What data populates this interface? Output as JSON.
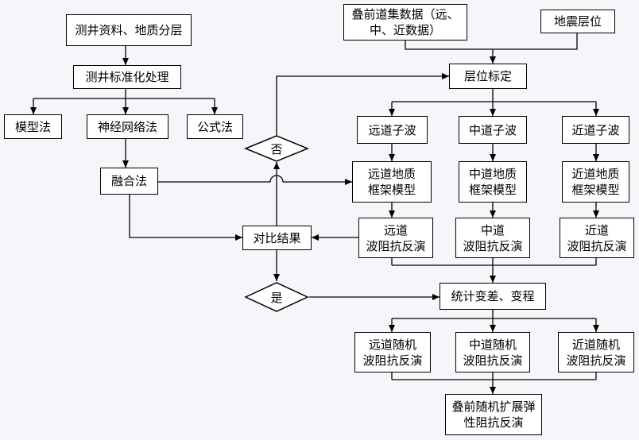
{
  "nodes": {
    "well_data": "测井资料、地质分层",
    "well_std": "测井标准化处理",
    "model_method": "模型法",
    "nn_method": "神经网络法",
    "formula_method": "公式法",
    "fusion": "融合法",
    "prestack": "叠前道集数据（远、\n中、近数据）",
    "seismic_horizon": "地震层位",
    "horizon_calib": "层位标定",
    "far_wavelet": "远道子波",
    "mid_wavelet": "中道子波",
    "near_wavelet": "近道子波",
    "far_model": "远道地质\n框架模型",
    "mid_model": "中道地质\n框架模型",
    "near_model": "近道地质\n框架模型",
    "far_inv": "远道\n波阻抗反演",
    "mid_inv": "中道\n波阻抗反演",
    "near_inv": "近道\n波阻抗反演",
    "compare": "对比结果",
    "variogram": "统计变差、变程",
    "far_rand": "远道随机\n波阻抗反演",
    "mid_rand": "中道随机\n波阻抗反演",
    "near_rand": "近道随机\n波阻抗反演",
    "final": "叠前随机扩展弹\n性阻抗反演"
  },
  "decisions": {
    "no": "否",
    "yes": "是"
  }
}
